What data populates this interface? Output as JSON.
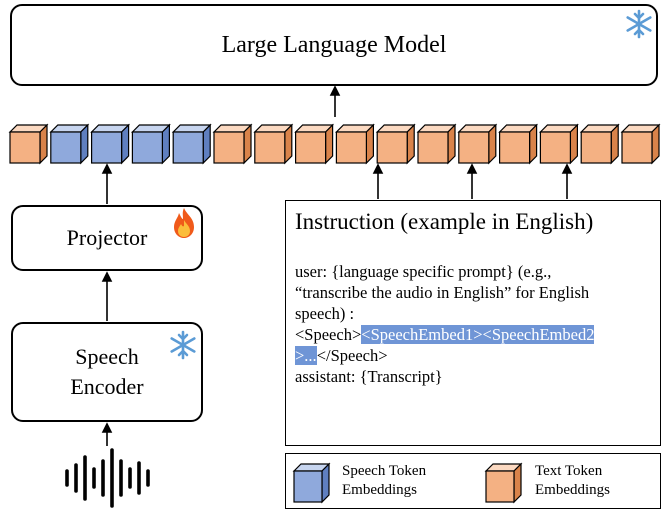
{
  "llm": {
    "label": "Large Language Model",
    "icon": "snowflake-icon"
  },
  "projector": {
    "label": "Projector",
    "icon": "fire-icon"
  },
  "encoder": {
    "line1": "Speech",
    "line2": "Encoder",
    "icon": "snowflake-icon"
  },
  "instruction": {
    "title": "Instruction (example in English)",
    "line1": "user: {language specific prompt} (e.g.,",
    "line2": "“transcribe the audio in English” for English",
    "line3": "speech) :",
    "line4_a": "<Speech>",
    "line4_b": "<SpeechEmbed1><SpeechEmbed2",
    "line5_a": ">...",
    "line5_b": "</Speech>",
    "line6": "assistant: {Transcript}"
  },
  "legend": {
    "speech_line1": "Speech Token",
    "speech_line2": "Embeddings",
    "text_line1": "Text Token",
    "text_line2": "Embeddings"
  },
  "colors": {
    "speech_token": "#8fa9dc",
    "text_token": "#f4b183",
    "highlight": "#6f95d6",
    "snowflake": "#5b9bd5"
  },
  "tokens": [
    "text",
    "speech",
    "speech",
    "speech",
    "speech",
    "text",
    "text",
    "text",
    "text",
    "text",
    "text",
    "text",
    "text",
    "text",
    "text",
    "text"
  ]
}
